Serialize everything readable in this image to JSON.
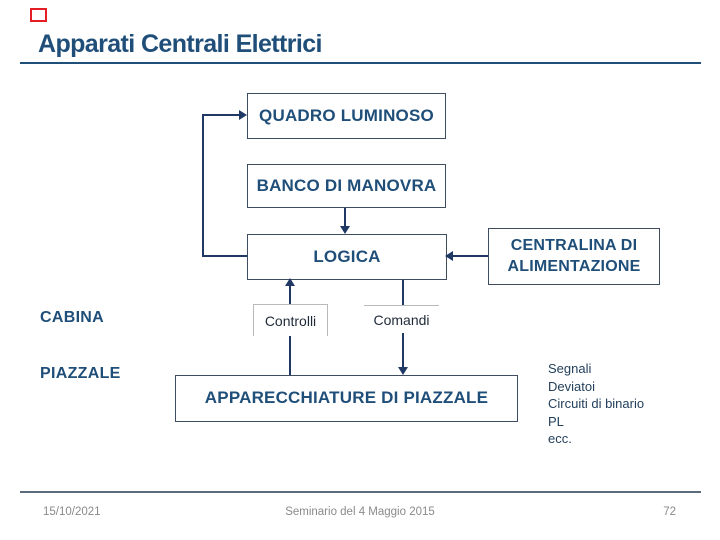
{
  "title": "Apparati Centrali Elettrici",
  "boxes": {
    "quadro": "QUADRO LUMINOSO",
    "banco": "BANCO DI MANOVRA",
    "logica": "LOGICA",
    "centralina": "CENTRALINA DI ALIMENTAZIONE",
    "apparecchiature": "APPARECCHIATURE DI PIAZZALE"
  },
  "small_labels": {
    "controlli": "Controlli",
    "comandi": "Comandi"
  },
  "zones": {
    "cabina": "CABINA",
    "piazzale": "PIAZZALE"
  },
  "equipment_list": [
    "Segnali",
    "Deviatoi",
    "Circuiti di binario",
    "PL",
    "ecc."
  ],
  "footer": {
    "date": "15/10/2021",
    "caption": "Seminario del 4 Maggio 2015",
    "page": "72"
  },
  "colors": {
    "title_navy": "#1f4e79",
    "box_border": "#3f4e5e",
    "connector_navy": "#1f3864",
    "small_box_border": "#b9b9b9",
    "list_text": "#24405c",
    "footer_gray": "#8a8a8a",
    "footer_rule": "#5a6b7d",
    "marker_red": "#e31e24"
  }
}
